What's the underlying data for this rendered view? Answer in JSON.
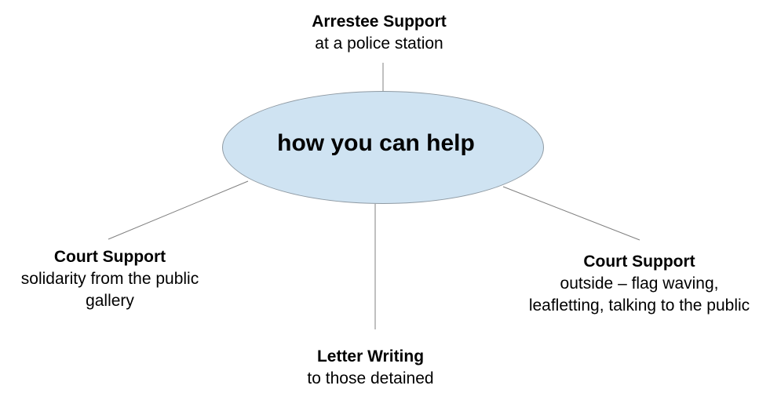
{
  "center": {
    "label": "how you can help",
    "fill_color": "#cfe3f2"
  },
  "nodes": {
    "top": {
      "title": "Arrestee Support",
      "description": "at a police station"
    },
    "left": {
      "title": "Court Support",
      "description": "solidarity from the public gallery"
    },
    "bottom": {
      "title": "Letter Writing",
      "description": "to those detained"
    },
    "right": {
      "title": "Court Support",
      "description": "outside – flag waving, leafletting, talking to the public"
    }
  }
}
